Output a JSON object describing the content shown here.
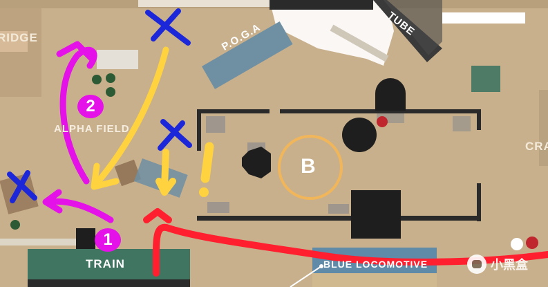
{
  "map": {
    "bridge_label": "RIDGE",
    "alpha_field_label": "ALPHA FIELD",
    "crane_label": "CRA",
    "poga_label": "P.O.G.A",
    "tube_label": "TUBE",
    "train_label": "TRAIN",
    "blue_loco_label": "BLUE LOCOMOTIVE",
    "site_label": "B"
  },
  "markers": {
    "step1": "1",
    "step2": "2",
    "exclaim": "!"
  },
  "watermark": {
    "text": "小黑盒"
  },
  "colors": {
    "ground": "#c9b08c",
    "wall": "#2a2a2a",
    "route_red": "#ff1f2e",
    "route_magenta": "#e412e8",
    "route_yellow": "#ffd23f",
    "cross_blue": "#1b27d8",
    "site_ring": "#f2b65a",
    "train_green": "#3f7561",
    "poga_blue": "#6f8fa3"
  }
}
